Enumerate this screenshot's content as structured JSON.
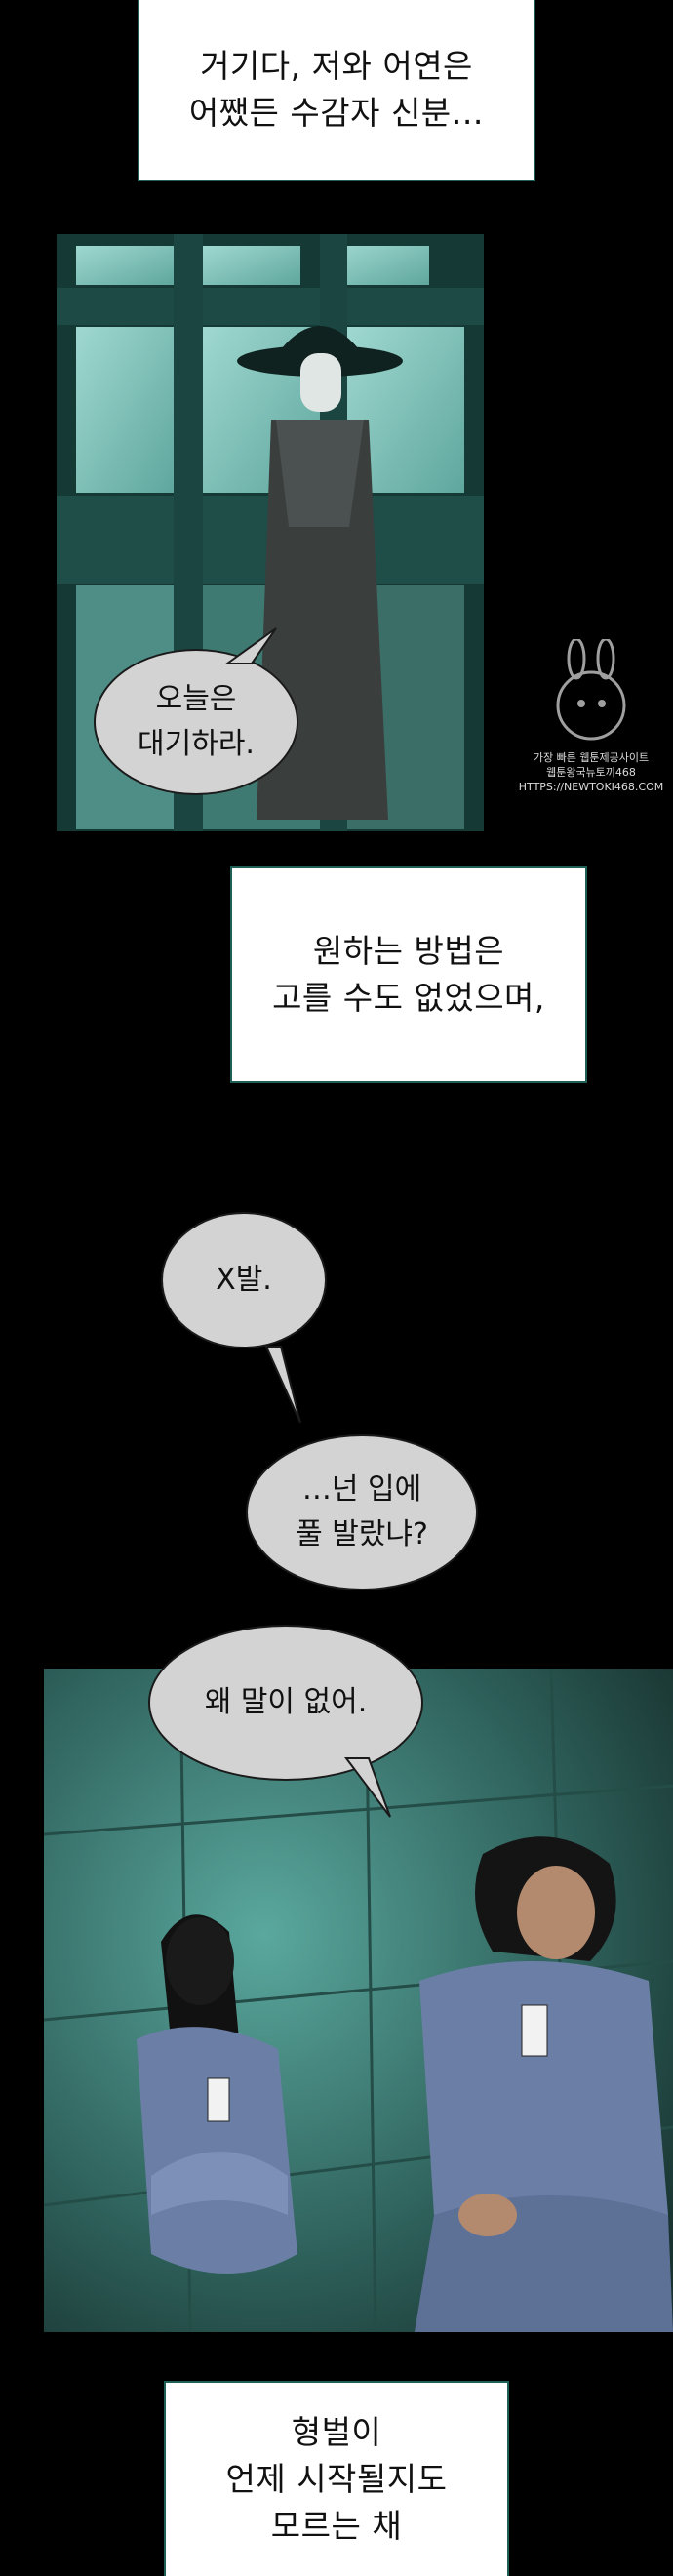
{
  "captions": {
    "top": [
      "거기다, 저와 어연은",
      "어쨌든 수감자 신분…"
    ],
    "middle": [
      "원하는 방법은",
      "고를 수도 없었으며,"
    ],
    "bottom": [
      "형벌이",
      "언제 시작될지도",
      "모르는 채"
    ]
  },
  "bubbles": {
    "guard": [
      "오늘은",
      "대기하라."
    ],
    "xbal": [
      "X발."
    ],
    "glue": [
      "…넌 입에",
      "풀 발랐냐?"
    ],
    "why": [
      "왜 말이 없어."
    ]
  },
  "watermark": {
    "lines": [
      "가장 빠른 웹툰제공사이트",
      "웹툰왕국뉴토끼468",
      "HTTPS://NEWTOKI468.COM"
    ]
  },
  "colors": {
    "background": "#000000",
    "caption_border": "#1f5f56",
    "bubble_fill": "#d3d3d3",
    "prison_teal": "#2c5a55"
  }
}
